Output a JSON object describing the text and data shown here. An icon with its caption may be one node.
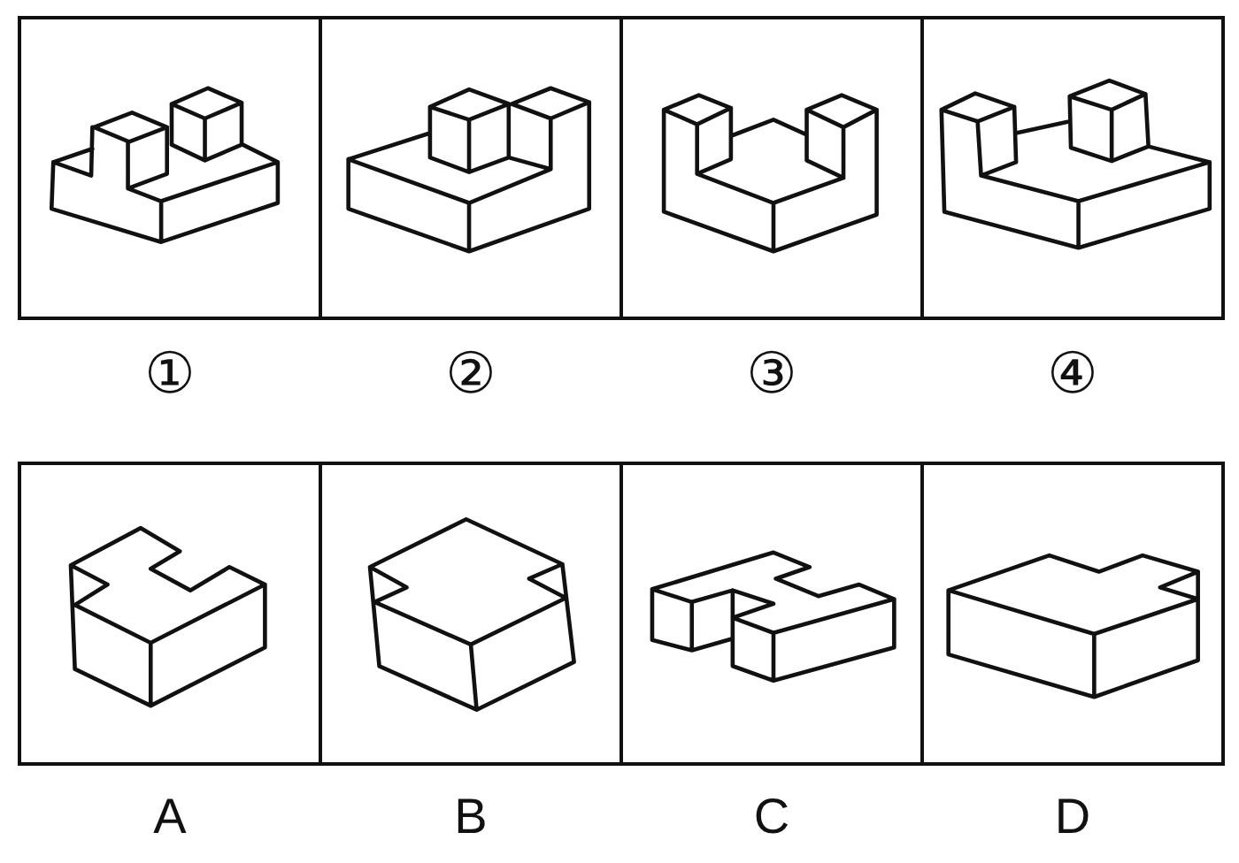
{
  "diagram": {
    "nodes": [
      {
        "text": [],
        "shape": "picture",
        "beside": [
          "①"
        ]
      },
      {
        "text": [],
        "shape": "picture",
        "beside": [
          "②"
        ]
      },
      {
        "text": [],
        "shape": "picture",
        "beside": [
          "③"
        ]
      },
      {
        "text": [],
        "shape": "picture",
        "beside": [
          "④"
        ]
      },
      {
        "text": [],
        "shape": "picture",
        "beside": [
          "A"
        ]
      },
      {
        "text": [],
        "shape": "picture",
        "beside": [
          "B"
        ]
      },
      {
        "text": [],
        "shape": "picture",
        "beside": [
          "C"
        ]
      },
      {
        "text": [],
        "shape": "picture",
        "beside": [
          "D"
        ]
      }
    ]
  }
}
